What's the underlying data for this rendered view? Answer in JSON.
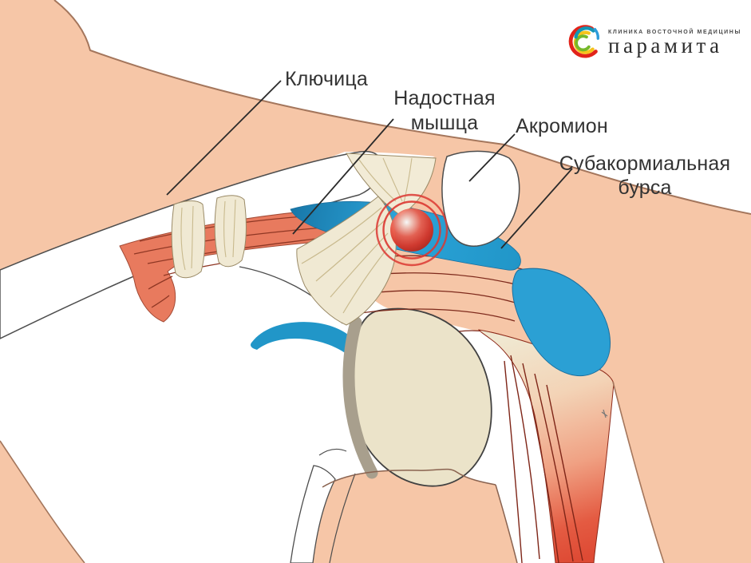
{
  "logo": {
    "tagline": "КЛИНИКА ВОСТОЧНОЙ МЕДИЦИНЫ",
    "brand": "парамита"
  },
  "labels": {
    "clavicle": "Ключица",
    "supraspinatus": [
      "Надостная",
      "мышца"
    ],
    "acromion": "Акромион",
    "subacromial_bursa": [
      "Субакормиальная",
      "бурса"
    ]
  },
  "palette": {
    "skin": "#F6C6A7",
    "skin_outline": "#A4765C",
    "bone_white": "#FFFFFF",
    "bone_outline": "#4D4D4D",
    "muscle_red": "#E87A5E",
    "muscle_fiber": "#8F3724",
    "tendon_cream": "#F0E9D3",
    "tendon_fiber": "#C9BA8E",
    "cartilage_cream": "#EBE3C9",
    "cartilage_shadow": "#A89F8D",
    "bursa_blue": "#2196C8",
    "deltoid_red": "#DE4A34",
    "pain_red": "#DC3832",
    "label_text": "#333333",
    "logo_red": "#E2231A",
    "logo_yellow": "#F6C31C",
    "logo_green": "#76B82A",
    "logo_teal": "#1496B4",
    "logo_blue": "#2D9CDB"
  }
}
